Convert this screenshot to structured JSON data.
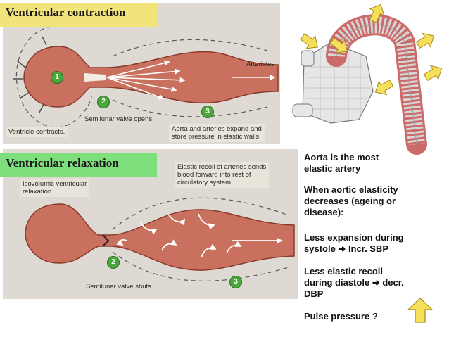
{
  "titles": {
    "contraction": "Ventricular contraction",
    "relaxation": "Ventricular relaxation"
  },
  "top_diagram": {
    "arterioles": "Arterioles",
    "semilunar_opens": "Semilunar valve opens.",
    "ventricle_contracts": "Ventricle contracts.",
    "aorta_expand_1": "Aorta and arteries expand and",
    "aorta_expand_2": "store pressure in elastic walls.",
    "badge1": "1",
    "badge2": "2",
    "badge3": "3"
  },
  "bottom_diagram": {
    "isovolumic_1": "Isovolumic ventricular",
    "isovolumic_2": "relaxation",
    "recoil_1": "Elastic recoil of arteries sends",
    "recoil_2": "blood forward into rest of",
    "recoil_3": "circulatory system.",
    "semilunar_shuts": "Semilunar valve shuts.",
    "badge2": "2",
    "badge3": "3"
  },
  "notes": {
    "p1a": "Aorta is the most",
    "p1b": "elastic artery",
    "p2a": "When aortic elasticity",
    "p2b": "decreases (ageing or",
    "p2c": "disease):",
    "p3a": "Less expansion during",
    "p3b_pre": "systole ",
    "p3b_post": " Incr. SBP",
    "p4a": "Less elastic recoil",
    "p4b_pre": "during diastole ",
    "p4b_post": " decr.",
    "p4c": "DBP",
    "p5": "Pulse pressure ?"
  },
  "icons": {
    "right_arrow": "right-arrow-icon",
    "up_arrow": "up-arrow-icon"
  },
  "colors": {
    "vessel": "#c9705f",
    "vessel_edge": "#8a3a2c",
    "panel_bg": "#dedad3",
    "contraction_title_bg": "#f3e37b",
    "relaxation_title_bg": "#7de07d",
    "arrow_yellow": "#f6e05a"
  }
}
